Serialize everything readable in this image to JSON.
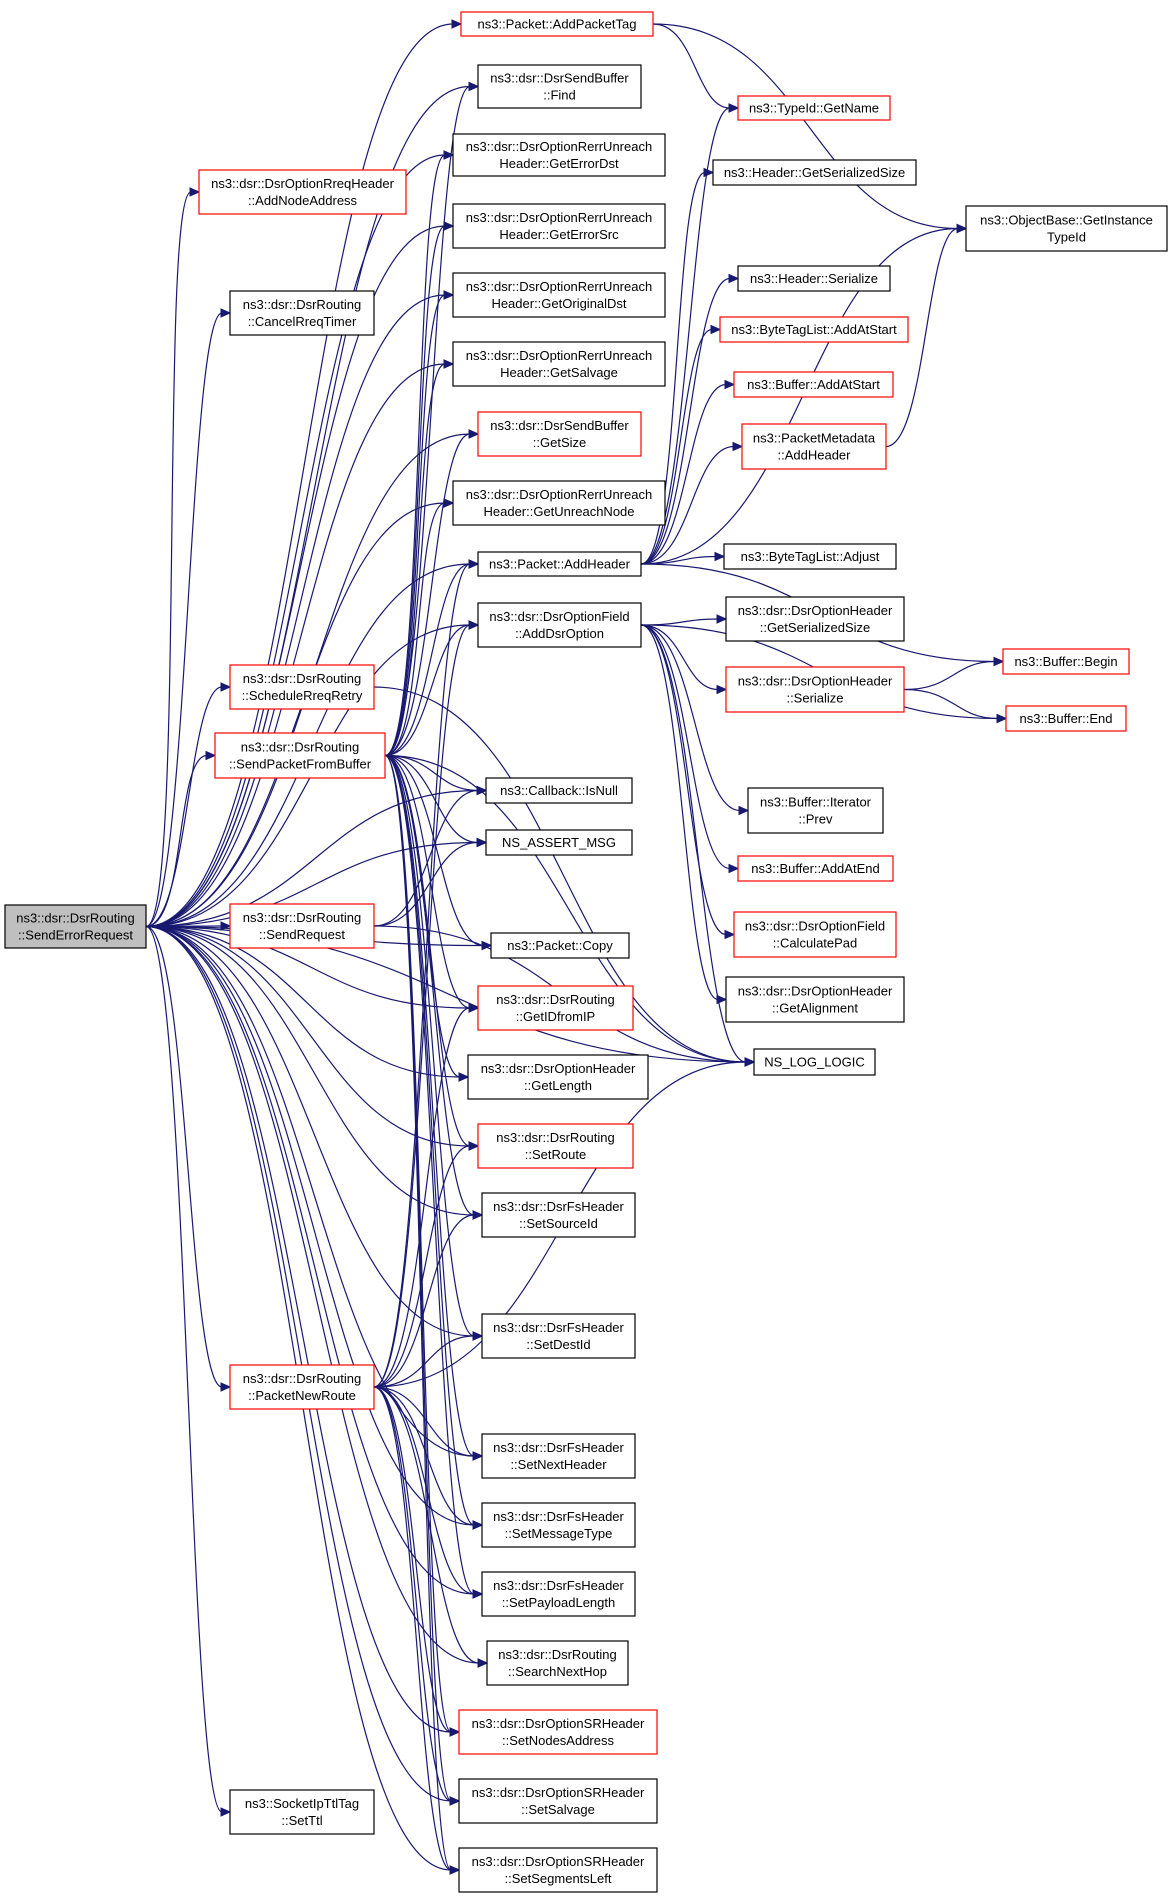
{
  "graph": {
    "type": "call-graph",
    "colors": {
      "edge": "#191970",
      "red_border": "#ff0000",
      "black_border": "#000000",
      "root_fill": "#bfbfbf"
    },
    "nodes": [
      {
        "id": "root",
        "lines": [
          "ns3::dsr::DsrRouting",
          "::SendErrorRequest"
        ],
        "style": "root"
      },
      {
        "id": "addPacketTag",
        "lines": [
          "ns3::Packet::AddPacketTag"
        ],
        "style": "red"
      },
      {
        "id": "sendBufFind",
        "lines": [
          "ns3::dsr::DsrSendBuffer",
          "::Find"
        ],
        "style": "black"
      },
      {
        "id": "rerrErrorDst",
        "lines": [
          "ns3::dsr::DsrOptionRerrUnreach",
          "Header::GetErrorDst"
        ],
        "style": "black"
      },
      {
        "id": "rreqAddNode",
        "lines": [
          "ns3::dsr::DsrOptionRreqHeader",
          "::AddNodeAddress"
        ],
        "style": "red"
      },
      {
        "id": "rerrErrorSrc",
        "lines": [
          "ns3::dsr::DsrOptionRerrUnreach",
          "Header::GetErrorSrc"
        ],
        "style": "black"
      },
      {
        "id": "cancelRreq",
        "lines": [
          "ns3::dsr::DsrRouting",
          "::CancelRreqTimer"
        ],
        "style": "black"
      },
      {
        "id": "rerrOrigDst",
        "lines": [
          "ns3::dsr::DsrOptionRerrUnreach",
          "Header::GetOriginalDst"
        ],
        "style": "black"
      },
      {
        "id": "rerrSalvage",
        "lines": [
          "ns3::dsr::DsrOptionRerrUnreach",
          "Header::GetSalvage"
        ],
        "style": "black"
      },
      {
        "id": "sendBufSize",
        "lines": [
          "ns3::dsr::DsrSendBuffer",
          "::GetSize"
        ],
        "style": "red"
      },
      {
        "id": "rerrUnreach",
        "lines": [
          "ns3::dsr::DsrOptionRerrUnreach",
          "Header::GetUnreachNode"
        ],
        "style": "black"
      },
      {
        "id": "addHeader",
        "lines": [
          "ns3::Packet::AddHeader"
        ],
        "style": "black"
      },
      {
        "id": "addDsrOption",
        "lines": [
          "ns3::dsr::DsrOptionField",
          "::AddDsrOption"
        ],
        "style": "black"
      },
      {
        "id": "scheduleRreq",
        "lines": [
          "ns3::dsr::DsrRouting",
          "::ScheduleRreqRetry"
        ],
        "style": "red"
      },
      {
        "id": "sendFromBuf",
        "lines": [
          "ns3::dsr::DsrRouting",
          "::SendPacketFromBuffer"
        ],
        "style": "red"
      },
      {
        "id": "cbIsNull",
        "lines": [
          "ns3::Callback::IsNull"
        ],
        "style": "black"
      },
      {
        "id": "assertMsg",
        "lines": [
          "NS_ASSERT_MSG"
        ],
        "style": "black"
      },
      {
        "id": "sendRequest",
        "lines": [
          "ns3::dsr::DsrRouting",
          "::SendRequest"
        ],
        "style": "red"
      },
      {
        "id": "pktCopy",
        "lines": [
          "ns3::Packet::Copy"
        ],
        "style": "black"
      },
      {
        "id": "getIdFromIp",
        "lines": [
          "ns3::dsr::DsrRouting",
          "::GetIDfromIP"
        ],
        "style": "red"
      },
      {
        "id": "optHdrLen",
        "lines": [
          "ns3::dsr::DsrOptionHeader",
          "::GetLength"
        ],
        "style": "black"
      },
      {
        "id": "setRoute",
        "lines": [
          "ns3::dsr::DsrRouting",
          "::SetRoute"
        ],
        "style": "red"
      },
      {
        "id": "fsSrcId",
        "lines": [
          "ns3::dsr::DsrFsHeader",
          "::SetSourceId"
        ],
        "style": "black"
      },
      {
        "id": "fsDestId",
        "lines": [
          "ns3::dsr::DsrFsHeader",
          "::SetDestId"
        ],
        "style": "black"
      },
      {
        "id": "pktNewRoute",
        "lines": [
          "ns3::dsr::DsrRouting",
          "::PacketNewRoute"
        ],
        "style": "red"
      },
      {
        "id": "fsNextHdr",
        "lines": [
          "ns3::dsr::DsrFsHeader",
          "::SetNextHeader"
        ],
        "style": "black"
      },
      {
        "id": "fsMsgType",
        "lines": [
          "ns3::dsr::DsrFsHeader",
          "::SetMessageType"
        ],
        "style": "black"
      },
      {
        "id": "fsPayload",
        "lines": [
          "ns3::dsr::DsrFsHeader",
          "::SetPayloadLength"
        ],
        "style": "black"
      },
      {
        "id": "searchNextHop",
        "lines": [
          "ns3::dsr::DsrRouting",
          "::SearchNextHop"
        ],
        "style": "black"
      },
      {
        "id": "srNodes",
        "lines": [
          "ns3::dsr::DsrOptionSRHeader",
          "::SetNodesAddress"
        ],
        "style": "red"
      },
      {
        "id": "socketTtl",
        "lines": [
          "ns3::SocketIpTtlTag",
          "::SetTtl"
        ],
        "style": "black"
      },
      {
        "id": "srSalvage",
        "lines": [
          "ns3::dsr::DsrOptionSRHeader",
          "::SetSalvage"
        ],
        "style": "black"
      },
      {
        "id": "srSegLeft",
        "lines": [
          "ns3::dsr::DsrOptionSRHeader",
          "::SetSegmentsLeft"
        ],
        "style": "black"
      },
      {
        "id": "typeIdName",
        "lines": [
          "ns3::TypeId::GetName"
        ],
        "style": "red"
      },
      {
        "id": "hdrSerSize",
        "lines": [
          "ns3::Header::GetSerializedSize"
        ],
        "style": "black"
      },
      {
        "id": "objInstance",
        "lines": [
          "ns3::ObjectBase::GetInstance",
          "TypeId"
        ],
        "style": "black"
      },
      {
        "id": "hdrSerialize",
        "lines": [
          "ns3::Header::Serialize"
        ],
        "style": "black"
      },
      {
        "id": "btlAddStart",
        "lines": [
          "ns3::ByteTagList::AddAtStart"
        ],
        "style": "red"
      },
      {
        "id": "bufAddStart",
        "lines": [
          "ns3::Buffer::AddAtStart"
        ],
        "style": "red"
      },
      {
        "id": "pmAddHeader",
        "lines": [
          "ns3::PacketMetadata",
          "::AddHeader"
        ],
        "style": "red"
      },
      {
        "id": "btlAdjust",
        "lines": [
          "ns3::ByteTagList::Adjust"
        ],
        "style": "black"
      },
      {
        "id": "optHdrSerSize",
        "lines": [
          "ns3::dsr::DsrOptionHeader",
          "::GetSerializedSize"
        ],
        "style": "black"
      },
      {
        "id": "bufBegin",
        "lines": [
          "ns3::Buffer::Begin"
        ],
        "style": "red"
      },
      {
        "id": "optHdrSerialize",
        "lines": [
          "ns3::dsr::DsrOptionHeader",
          "::Serialize"
        ],
        "style": "red"
      },
      {
        "id": "bufEnd",
        "lines": [
          "ns3::Buffer::End"
        ],
        "style": "red"
      },
      {
        "id": "bufIterPrev",
        "lines": [
          "ns3::Buffer::Iterator",
          "::Prev"
        ],
        "style": "black"
      },
      {
        "id": "bufAddEnd",
        "lines": [
          "ns3::Buffer::AddAtEnd"
        ],
        "style": "red"
      },
      {
        "id": "calcPad",
        "lines": [
          "ns3::dsr::DsrOptionField",
          "::CalculatePad"
        ],
        "style": "red"
      },
      {
        "id": "optHdrAlign",
        "lines": [
          "ns3::dsr::DsrOptionHeader",
          "::GetAlignment"
        ],
        "style": "black"
      },
      {
        "id": "logLogic",
        "lines": [
          "NS_LOG_LOGIC"
        ],
        "style": "black"
      }
    ],
    "edges": [
      [
        "root",
        "addPacketTag"
      ],
      [
        "root",
        "sendBufFind"
      ],
      [
        "root",
        "rerrErrorDst"
      ],
      [
        "root",
        "rreqAddNode"
      ],
      [
        "root",
        "rerrErrorSrc"
      ],
      [
        "root",
        "cancelRreq"
      ],
      [
        "root",
        "rerrOrigDst"
      ],
      [
        "root",
        "rerrSalvage"
      ],
      [
        "root",
        "sendBufSize"
      ],
      [
        "root",
        "rerrUnreach"
      ],
      [
        "root",
        "addHeader"
      ],
      [
        "root",
        "addDsrOption"
      ],
      [
        "root",
        "scheduleRreq"
      ],
      [
        "root",
        "sendFromBuf"
      ],
      [
        "root",
        "cbIsNull"
      ],
      [
        "root",
        "assertMsg"
      ],
      [
        "root",
        "sendRequest"
      ],
      [
        "root",
        "pktCopy"
      ],
      [
        "root",
        "getIdFromIp"
      ],
      [
        "root",
        "optHdrLen"
      ],
      [
        "root",
        "setRoute"
      ],
      [
        "root",
        "fsSrcId"
      ],
      [
        "root",
        "fsDestId"
      ],
      [
        "root",
        "pktNewRoute"
      ],
      [
        "root",
        "fsNextHdr"
      ],
      [
        "root",
        "fsMsgType"
      ],
      [
        "root",
        "fsPayload"
      ],
      [
        "root",
        "searchNextHop"
      ],
      [
        "root",
        "srNodes"
      ],
      [
        "root",
        "socketTtl"
      ],
      [
        "root",
        "srSalvage"
      ],
      [
        "root",
        "srSegLeft"
      ],
      [
        "root",
        "logLogic"
      ],
      [
        "addPacketTag",
        "typeIdName"
      ],
      [
        "addPacketTag",
        "objInstance"
      ],
      [
        "scheduleRreq",
        "logLogic"
      ],
      [
        "sendFromBuf",
        "sendBufFind"
      ],
      [
        "sendFromBuf",
        "rerrErrorDst"
      ],
      [
        "sendFromBuf",
        "rerrErrorSrc"
      ],
      [
        "sendFromBuf",
        "rerrOrigDst"
      ],
      [
        "sendFromBuf",
        "rerrSalvage"
      ],
      [
        "sendFromBuf",
        "sendBufSize"
      ],
      [
        "sendFromBuf",
        "rerrUnreach"
      ],
      [
        "sendFromBuf",
        "addHeader"
      ],
      [
        "sendFromBuf",
        "addDsrOption"
      ],
      [
        "sendFromBuf",
        "cbIsNull"
      ],
      [
        "sendFromBuf",
        "assertMsg"
      ],
      [
        "sendFromBuf",
        "pktCopy"
      ],
      [
        "sendFromBuf",
        "getIdFromIp"
      ],
      [
        "sendFromBuf",
        "optHdrLen"
      ],
      [
        "sendFromBuf",
        "setRoute"
      ],
      [
        "sendFromBuf",
        "fsSrcId"
      ],
      [
        "sendFromBuf",
        "fsDestId"
      ],
      [
        "sendFromBuf",
        "fsNextHdr"
      ],
      [
        "sendFromBuf",
        "fsMsgType"
      ],
      [
        "sendFromBuf",
        "fsPayload"
      ],
      [
        "sendFromBuf",
        "srNodes"
      ],
      [
        "sendFromBuf",
        "srSalvage"
      ],
      [
        "sendFromBuf",
        "srSegLeft"
      ],
      [
        "sendFromBuf",
        "logLogic"
      ],
      [
        "sendRequest",
        "cbIsNull"
      ],
      [
        "sendRequest",
        "assertMsg"
      ],
      [
        "sendRequest",
        "logLogic"
      ],
      [
        "pktNewRoute",
        "addHeader"
      ],
      [
        "pktNewRoute",
        "addDsrOption"
      ],
      [
        "pktNewRoute",
        "getIdFromIp"
      ],
      [
        "pktNewRoute",
        "setRoute"
      ],
      [
        "pktNewRoute",
        "fsSrcId"
      ],
      [
        "pktNewRoute",
        "fsDestId"
      ],
      [
        "pktNewRoute",
        "fsNextHdr"
      ],
      [
        "pktNewRoute",
        "fsMsgType"
      ],
      [
        "pktNewRoute",
        "fsPayload"
      ],
      [
        "pktNewRoute",
        "searchNextHop"
      ],
      [
        "pktNewRoute",
        "srNodes"
      ],
      [
        "pktNewRoute",
        "srSalvage"
      ],
      [
        "pktNewRoute",
        "srSegLeft"
      ],
      [
        "pktNewRoute",
        "logLogic"
      ],
      [
        "addHeader",
        "typeIdName"
      ],
      [
        "addHeader",
        "hdrSerSize"
      ],
      [
        "addHeader",
        "objInstance"
      ],
      [
        "addHeader",
        "hdrSerialize"
      ],
      [
        "addHeader",
        "btlAddStart"
      ],
      [
        "addHeader",
        "bufAddStart"
      ],
      [
        "addHeader",
        "pmAddHeader"
      ],
      [
        "addHeader",
        "btlAdjust"
      ],
      [
        "addHeader",
        "bufBegin"
      ],
      [
        "pmAddHeader",
        "objInstance"
      ],
      [
        "addDsrOption",
        "optHdrSerSize"
      ],
      [
        "addDsrOption",
        "optHdrSerialize"
      ],
      [
        "addDsrOption",
        "bufEnd"
      ],
      [
        "addDsrOption",
        "bufIterPrev"
      ],
      [
        "addDsrOption",
        "bufAddEnd"
      ],
      [
        "addDsrOption",
        "calcPad"
      ],
      [
        "addDsrOption",
        "optHdrAlign"
      ],
      [
        "addDsrOption",
        "logLogic"
      ],
      [
        "optHdrSerialize",
        "bufBegin"
      ],
      [
        "optHdrSerialize",
        "bufEnd"
      ]
    ]
  }
}
